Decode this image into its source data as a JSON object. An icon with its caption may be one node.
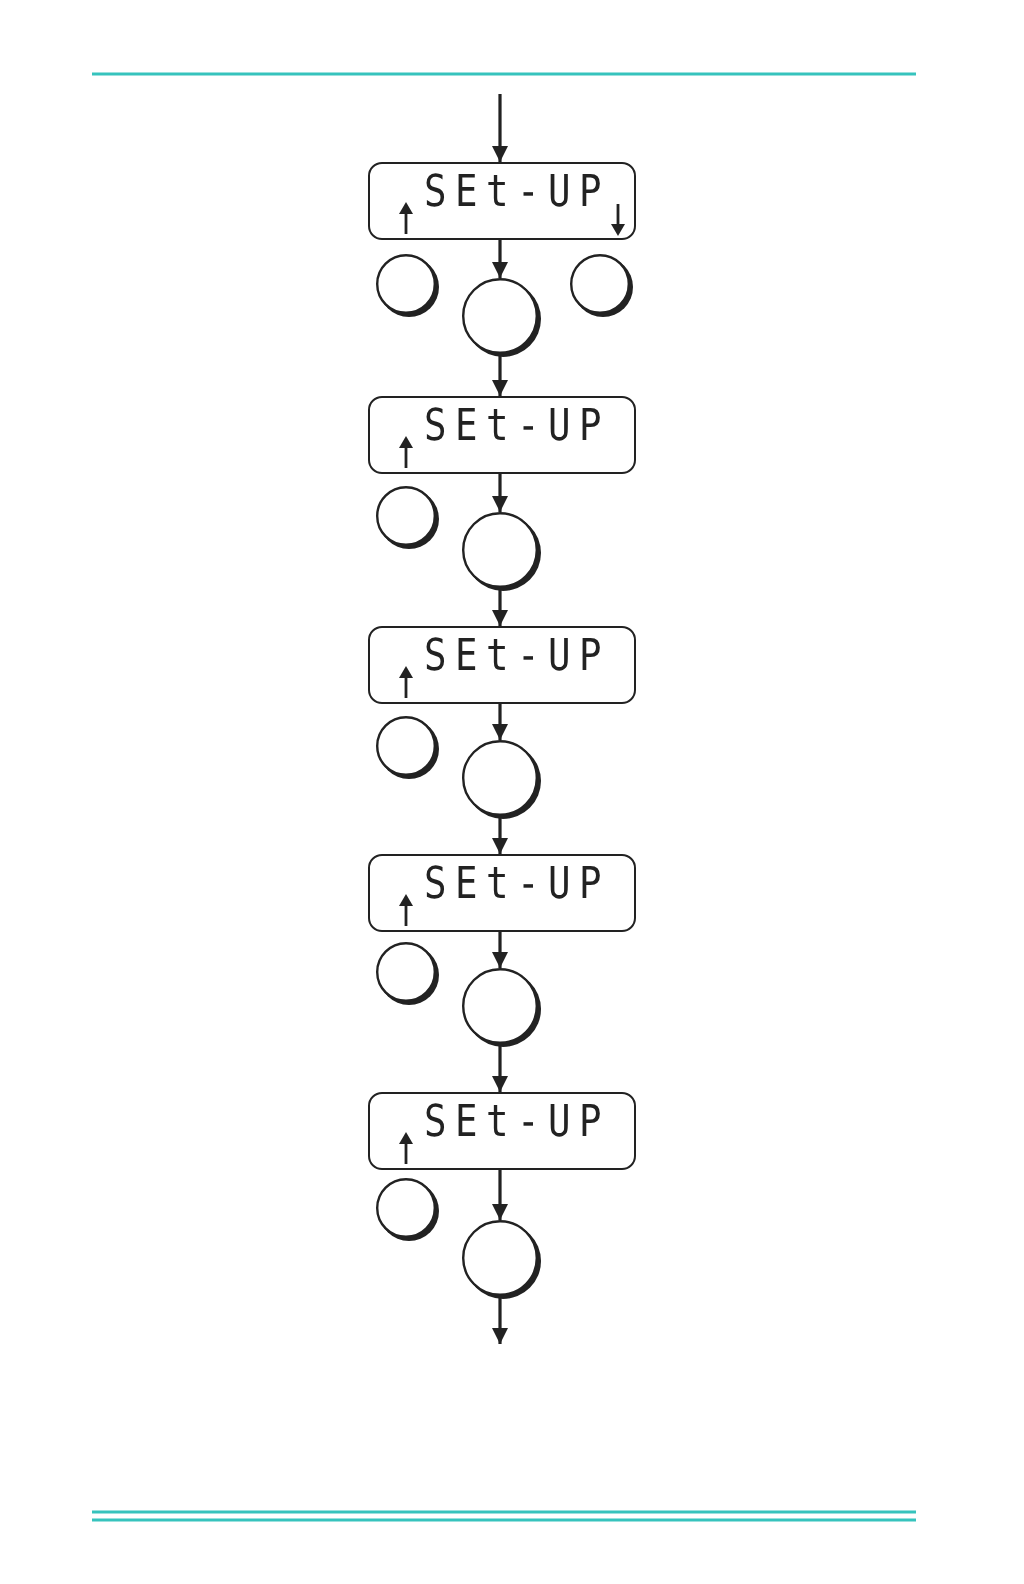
{
  "diagram": {
    "nodes": [
      {
        "text": [
          "SEt-UP"
        ]
      },
      {
        "text": [],
        "shape": "circle"
      },
      {
        "text": [],
        "shape": "circle"
      },
      {
        "text": [],
        "shape": "circle"
      },
      {
        "text": [
          "SEt-UP"
        ]
      },
      {
        "text": [],
        "shape": "circle"
      },
      {
        "text": [],
        "shape": "circle"
      },
      {
        "text": [
          "SEt-UP"
        ]
      },
      {
        "text": [],
        "shape": "circle"
      },
      {
        "text": [],
        "shape": "circle"
      },
      {
        "text": [
          "SEt-UP"
        ]
      },
      {
        "text": [],
        "shape": "circle"
      },
      {
        "text": [],
        "shape": "circle"
      },
      {
        "text": [
          "SEt-UP"
        ]
      },
      {
        "text": [],
        "shape": "circle"
      },
      {
        "text": [],
        "shape": "circle"
      }
    ],
    "edges": [
      {
        "from": null,
        "to": 0,
        "arrow": "to"
      },
      {
        "from": 0,
        "to": 3,
        "arrow": "to"
      },
      {
        "from": 3,
        "to": 4,
        "arrow": "to"
      },
      {
        "from": 4,
        "to": 6,
        "arrow": "to"
      },
      {
        "from": 6,
        "to": 7,
        "arrow": "to"
      },
      {
        "from": 7,
        "to": 9,
        "arrow": "to"
      },
      {
        "from": 9,
        "to": 10,
        "arrow": "to"
      },
      {
        "from": 10,
        "to": 12,
        "arrow": "to"
      },
      {
        "from": 12,
        "to": 13,
        "arrow": "to"
      },
      {
        "from": 13,
        "to": 15,
        "arrow": "to"
      },
      {
        "from": 15,
        "to": null,
        "arrow": "to"
      }
    ]
  }
}
